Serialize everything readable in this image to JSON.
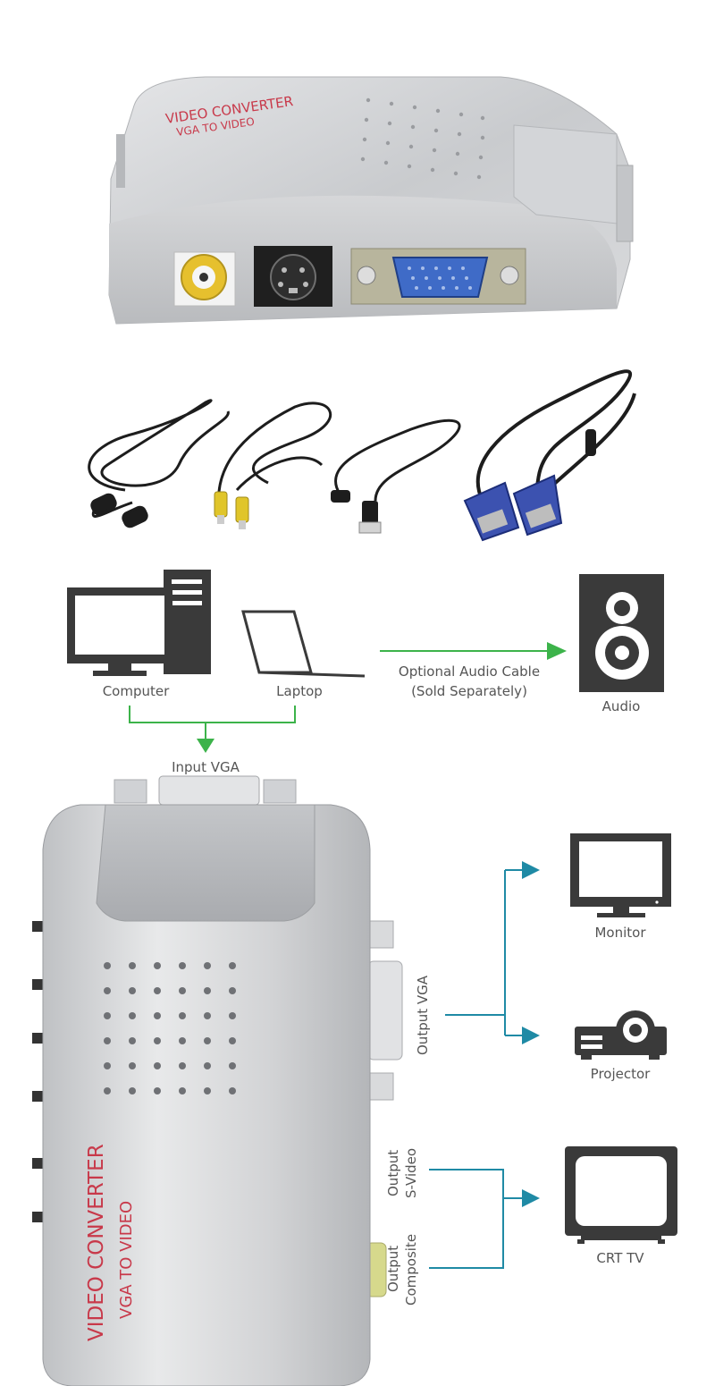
{
  "product": {
    "brand_line1": "VIDEO CONVERTER",
    "brand_line2": "VGA TO VIDEO"
  },
  "labels": {
    "computer": "Computer",
    "laptop": "Laptop",
    "audio_cable_line1": "Optional Audio Cable",
    "audio_cable_line2": "(Sold Separately)",
    "audio": "Audio",
    "input_vga": "Input VGA",
    "output_vga": "Output VGA",
    "output_svideo_line1": "Output",
    "output_svideo_line2": "S-Video",
    "output_composite_line1": "Output",
    "output_composite_line2": "Composite",
    "monitor": "Monitor",
    "projector": "Projector",
    "crt_tv": "CRT TV"
  },
  "colors": {
    "green_arrow": "#3cb34a",
    "teal_arrow": "#1f8aa5",
    "icon_dark": "#3a3a3a",
    "device_silver": "#c8cacd",
    "brand_red": "#c8394a"
  }
}
